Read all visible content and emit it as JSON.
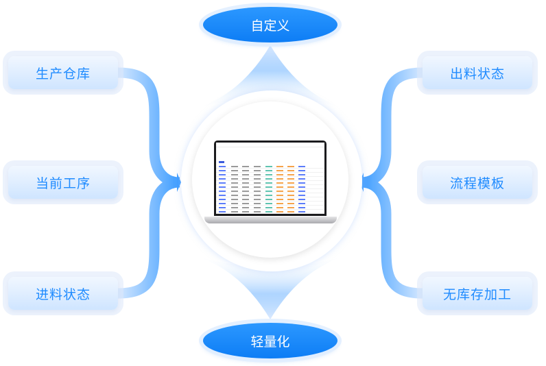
{
  "center": {
    "label_top": "自定义",
    "label_bottom": "轻量化"
  },
  "left_items": [
    {
      "label": "生产仓库"
    },
    {
      "label": "当前工序"
    },
    {
      "label": "进料状态"
    }
  ],
  "right_items": [
    {
      "label": "出料状态"
    },
    {
      "label": "流程模板"
    },
    {
      "label": "无库存加工"
    }
  ],
  "colors": {
    "accent": "#1f8bff",
    "oval": "#1482f7",
    "box_light": "#cfe5ff"
  }
}
